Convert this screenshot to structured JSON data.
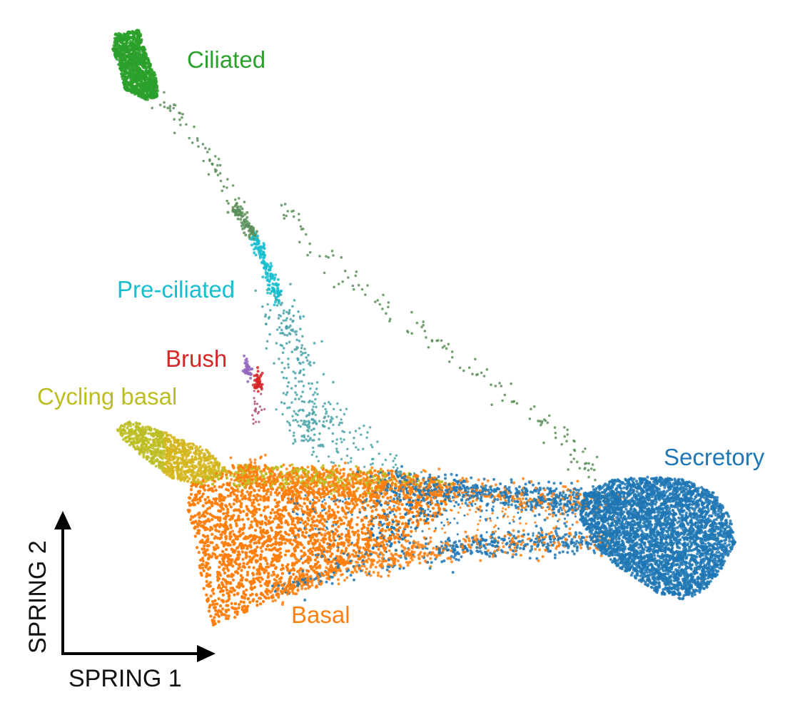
{
  "chart_data": {
    "type": "scatter",
    "xlabel": "SPRING 1",
    "ylabel": "SPRING 2",
    "grid": false,
    "legend": "none",
    "clusters": [
      {
        "name": "Ciliated",
        "color": "#2ca02c"
      },
      {
        "name": "Pre-ciliated",
        "color": "#17becf"
      },
      {
        "name": "Brush",
        "color": "#d62728"
      },
      {
        "name": "Cycling basal",
        "color": "#bcbd22"
      },
      {
        "name": "Basal",
        "color": "#ff7f0e"
      },
      {
        "name": "Secretory",
        "color": "#1f77b4"
      }
    ],
    "accent_colors": {
      "ionocyte": "#9467bd",
      "transition": "#5a8f5a"
    }
  }
}
